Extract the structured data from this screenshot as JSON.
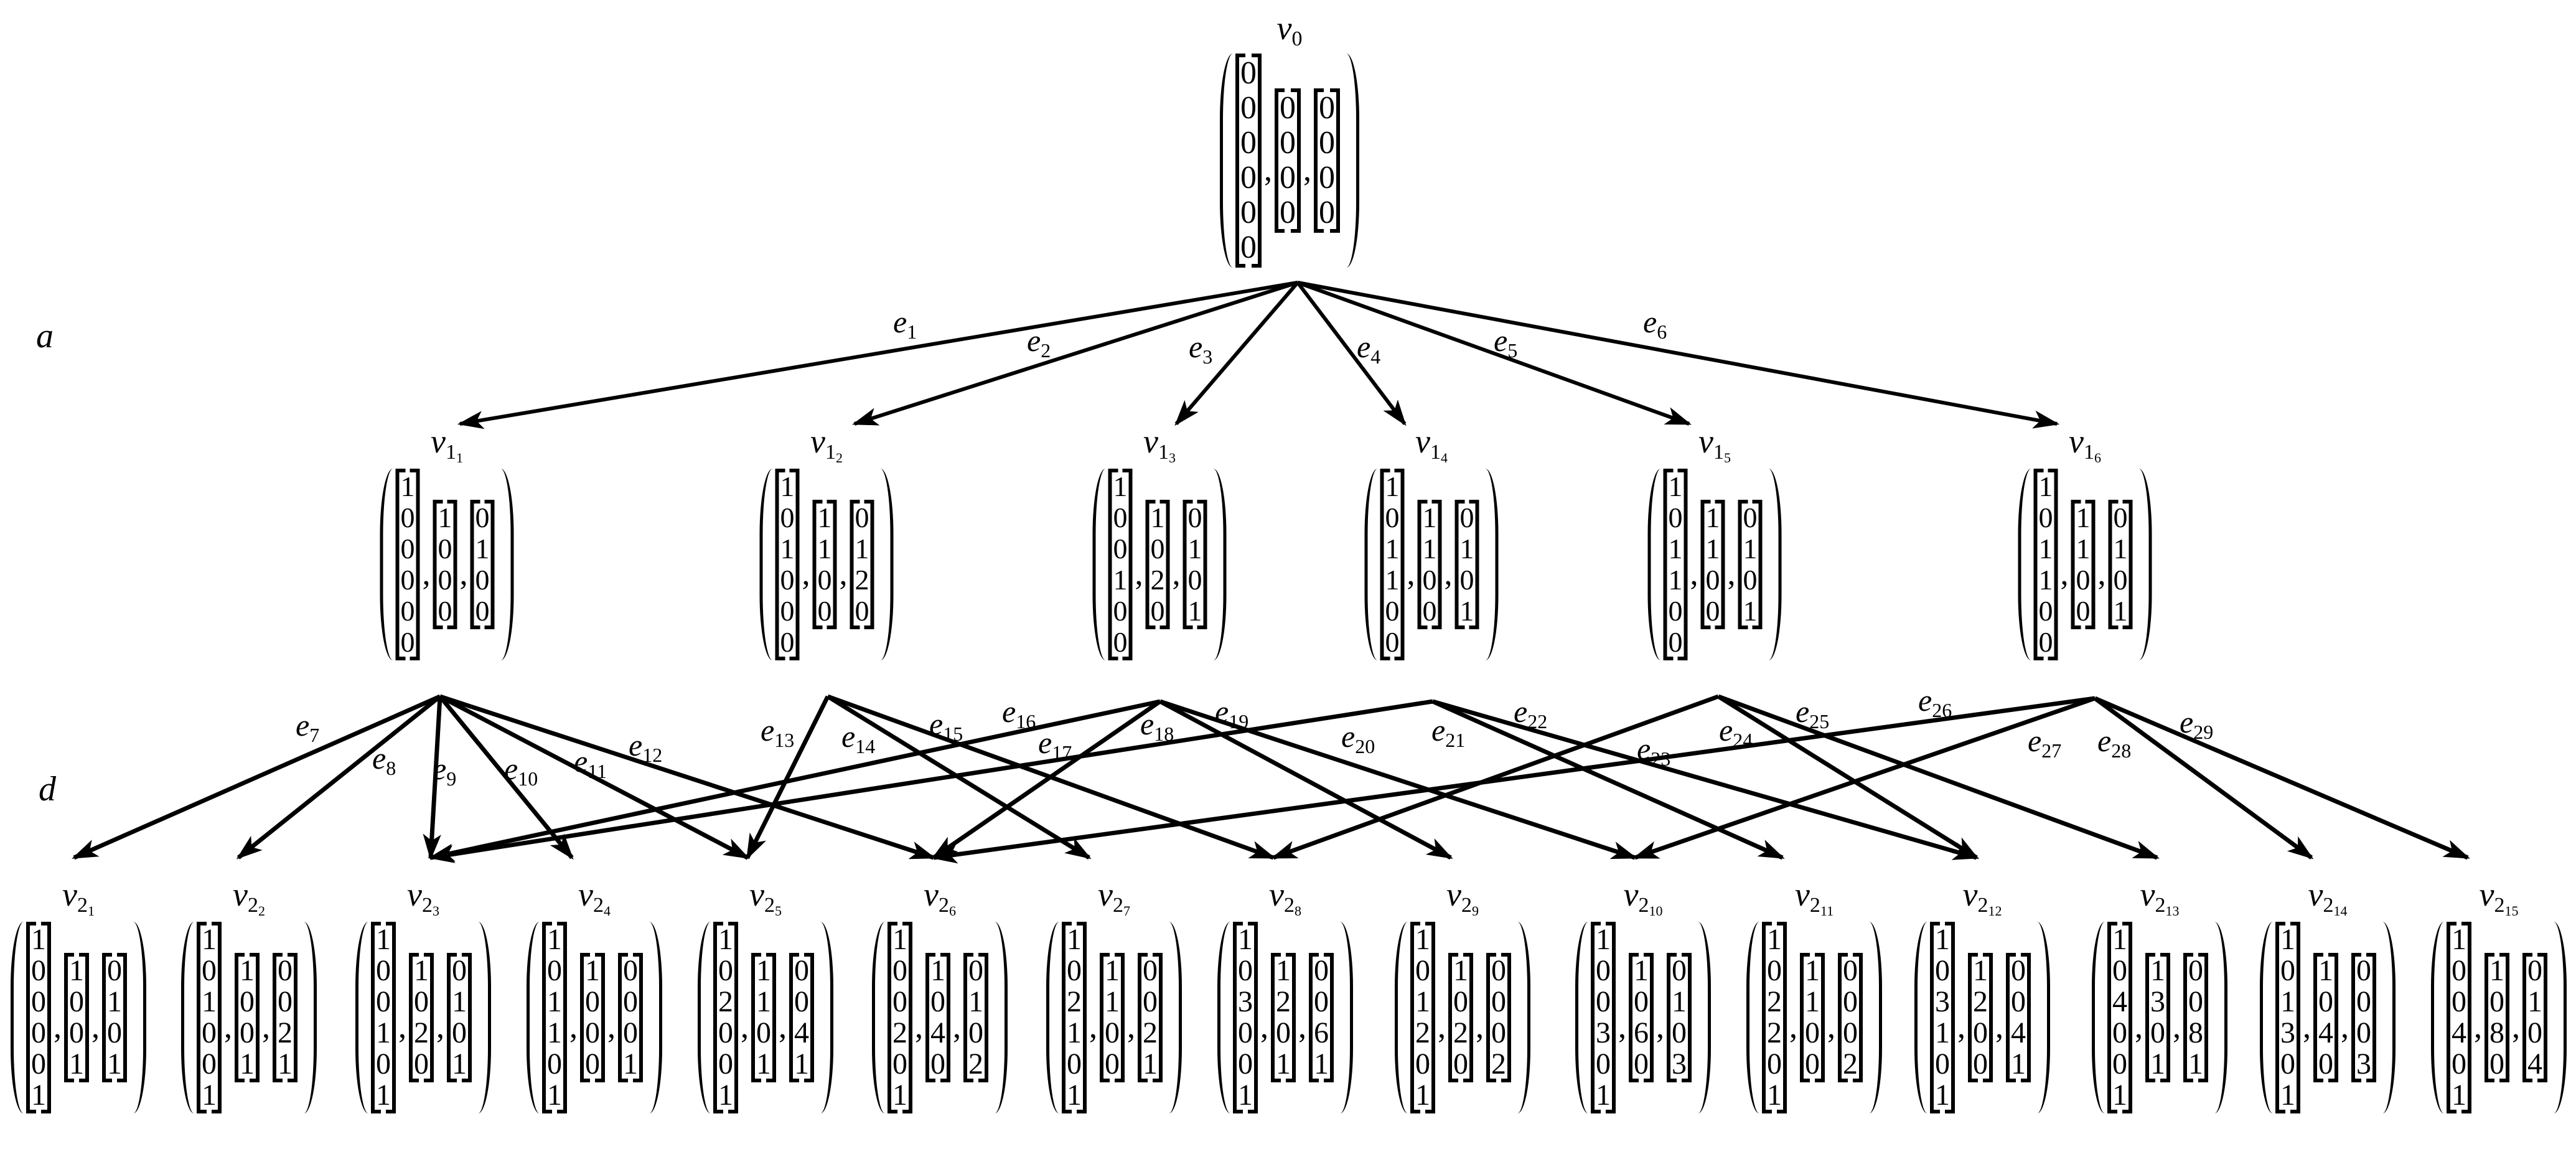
{
  "level_labels": {
    "a": "a",
    "d": "d"
  },
  "nodes": [
    {
      "id": "v0",
      "name": "v",
      "sub": "0",
      "subsub": "",
      "level": 0,
      "vectors": [
        [
          0,
          0,
          0,
          0,
          0,
          0
        ],
        [
          0,
          0,
          0,
          0
        ],
        [
          0,
          0,
          0,
          0
        ]
      ]
    },
    {
      "id": "v1_1",
      "name": "v",
      "sub": "1",
      "subsub": "1",
      "level": 1,
      "vectors": [
        [
          1,
          0,
          0,
          0,
          0,
          0
        ],
        [
          1,
          0,
          0,
          0
        ],
        [
          0,
          1,
          0,
          0
        ]
      ]
    },
    {
      "id": "v1_2",
      "name": "v",
      "sub": "1",
      "subsub": "2",
      "level": 1,
      "vectors": [
        [
          1,
          0,
          1,
          0,
          0,
          0
        ],
        [
          1,
          1,
          0,
          0
        ],
        [
          0,
          1,
          2,
          0
        ]
      ]
    },
    {
      "id": "v1_3",
      "name": "v",
      "sub": "1",
      "subsub": "3",
      "level": 1,
      "vectors": [
        [
          1,
          0,
          0,
          1,
          0,
          0
        ],
        [
          1,
          0,
          2,
          0
        ],
        [
          0,
          1,
          0,
          1
        ]
      ]
    },
    {
      "id": "v1_4",
      "name": "v",
      "sub": "1",
      "subsub": "4",
      "level": 1,
      "vectors": [
        [
          1,
          0,
          1,
          1,
          0,
          0
        ],
        [
          1,
          1,
          0,
          0
        ],
        [
          0,
          1,
          0,
          1
        ]
      ]
    },
    {
      "id": "v1_5",
      "name": "v",
      "sub": "1",
      "subsub": "5",
      "level": 1,
      "vectors": [
        [
          1,
          0,
          1,
          1,
          0,
          0
        ],
        [
          1,
          1,
          0,
          0
        ],
        [
          0,
          1,
          0,
          1
        ]
      ]
    },
    {
      "id": "v1_6",
      "name": "v",
      "sub": "1",
      "subsub": "6",
      "level": 1,
      "vectors": [
        [
          1,
          0,
          1,
          1,
          0,
          0
        ],
        [
          1,
          1,
          0,
          0
        ],
        [
          0,
          1,
          0,
          1
        ]
      ]
    },
    {
      "id": "v2_1",
      "name": "v",
      "sub": "2",
      "subsub": "1",
      "level": 2,
      "vectors": [
        [
          1,
          0,
          0,
          0,
          0,
          1
        ],
        [
          1,
          0,
          0,
          1
        ],
        [
          0,
          1,
          0,
          1
        ]
      ]
    },
    {
      "id": "v2_2",
      "name": "v",
      "sub": "2",
      "subsub": "2",
      "level": 2,
      "vectors": [
        [
          1,
          0,
          1,
          0,
          0,
          1
        ],
        [
          1,
          0,
          0,
          1
        ],
        [
          0,
          0,
          2,
          1
        ]
      ]
    },
    {
      "id": "v2_3",
      "name": "v",
      "sub": "2",
      "subsub": "3",
      "level": 2,
      "vectors": [
        [
          1,
          0,
          0,
          1,
          0,
          1
        ],
        [
          1,
          0,
          2,
          0
        ],
        [
          0,
          1,
          0,
          1
        ]
      ]
    },
    {
      "id": "v2_4",
      "name": "v",
      "sub": "2",
      "subsub": "4",
      "level": 2,
      "vectors": [
        [
          1,
          0,
          1,
          1,
          0,
          1
        ],
        [
          1,
          0,
          0,
          0
        ],
        [
          0,
          0,
          0,
          1
        ]
      ]
    },
    {
      "id": "v2_5",
      "name": "v",
      "sub": "2",
      "subsub": "5",
      "level": 2,
      "vectors": [
        [
          1,
          0,
          2,
          0,
          0,
          1
        ],
        [
          1,
          1,
          0,
          1
        ],
        [
          0,
          0,
          4,
          1
        ]
      ]
    },
    {
      "id": "v2_6",
      "name": "v",
      "sub": "2",
      "subsub": "6",
      "level": 2,
      "vectors": [
        [
          1,
          0,
          0,
          2,
          0,
          1
        ],
        [
          1,
          0,
          4,
          0
        ],
        [
          0,
          1,
          0,
          2
        ]
      ]
    },
    {
      "id": "v2_7",
      "name": "v",
      "sub": "2",
      "subsub": "7",
      "level": 2,
      "vectors": [
        [
          1,
          0,
          2,
          1,
          0,
          1
        ],
        [
          1,
          1,
          0,
          0
        ],
        [
          0,
          0,
          2,
          1
        ]
      ]
    },
    {
      "id": "v2_8",
      "name": "v",
      "sub": "2",
      "subsub": "8",
      "level": 2,
      "vectors": [
        [
          1,
          0,
          3,
          0,
          0,
          1
        ],
        [
          1,
          2,
          0,
          1
        ],
        [
          0,
          0,
          6,
          1
        ]
      ]
    },
    {
      "id": "v2_9",
      "name": "v",
      "sub": "2",
      "subsub": "9",
      "level": 2,
      "vectors": [
        [
          1,
          0,
          1,
          2,
          0,
          1
        ],
        [
          1,
          0,
          2,
          0
        ],
        [
          0,
          0,
          0,
          2
        ]
      ]
    },
    {
      "id": "v2_10",
      "name": "v",
      "sub": "2",
      "subsub": "10",
      "level": 2,
      "vectors": [
        [
          1,
          0,
          0,
          3,
          0,
          1
        ],
        [
          1,
          0,
          6,
          0
        ],
        [
          0,
          1,
          0,
          3
        ]
      ]
    },
    {
      "id": "v2_11",
      "name": "v",
      "sub": "2",
      "subsub": "11",
      "level": 2,
      "vectors": [
        [
          1,
          0,
          2,
          2,
          0,
          1
        ],
        [
          1,
          1,
          0,
          0
        ],
        [
          0,
          0,
          0,
          2
        ]
      ]
    },
    {
      "id": "v2_12",
      "name": "v",
      "sub": "2",
      "subsub": "12",
      "level": 2,
      "vectors": [
        [
          1,
          0,
          3,
          1,
          0,
          1
        ],
        [
          1,
          2,
          0,
          0
        ],
        [
          0,
          0,
          4,
          1
        ]
      ]
    },
    {
      "id": "v2_13",
      "name": "v",
      "sub": "2",
      "subsub": "13",
      "level": 2,
      "vectors": [
        [
          1,
          0,
          4,
          0,
          0,
          1
        ],
        [
          1,
          3,
          0,
          1
        ],
        [
          0,
          0,
          8,
          1
        ]
      ]
    },
    {
      "id": "v2_14",
      "name": "v",
      "sub": "2",
      "subsub": "14",
      "level": 2,
      "vectors": [
        [
          1,
          0,
          1,
          3,
          0,
          1
        ],
        [
          1,
          0,
          4,
          0
        ],
        [
          0,
          0,
          0,
          3
        ]
      ]
    },
    {
      "id": "v2_15",
      "name": "v",
      "sub": "2",
      "subsub": "15",
      "level": 2,
      "vectors": [
        [
          1,
          0,
          0,
          4,
          0,
          1
        ],
        [
          1,
          0,
          8,
          0
        ],
        [
          0,
          1,
          0,
          4
        ]
      ]
    }
  ],
  "edges": [
    {
      "label": "e",
      "sub": "1",
      "from": "v0",
      "to": "v1_1"
    },
    {
      "label": "e",
      "sub": "2",
      "from": "v0",
      "to": "v1_2"
    },
    {
      "label": "e",
      "sub": "3",
      "from": "v0",
      "to": "v1_3"
    },
    {
      "label": "e",
      "sub": "4",
      "from": "v0",
      "to": "v1_4"
    },
    {
      "label": "e",
      "sub": "5",
      "from": "v0",
      "to": "v1_5"
    },
    {
      "label": "e",
      "sub": "6",
      "from": "v0",
      "to": "v1_6"
    },
    {
      "label": "e",
      "sub": "7",
      "from": "v1_1",
      "to": "v2_1"
    },
    {
      "label": "e",
      "sub": "8",
      "from": "v1_1",
      "to": "v2_2"
    },
    {
      "label": "e",
      "sub": "9",
      "from": "v1_1",
      "to": "v2_3"
    },
    {
      "label": "e",
      "sub": "10",
      "from": "v1_1",
      "to": "v2_4"
    },
    {
      "label": "e",
      "sub": "11",
      "from": "v1_1",
      "to": "v2_5"
    },
    {
      "label": "e",
      "sub": "12",
      "from": "v1_1",
      "to": "v2_6"
    },
    {
      "label": "e",
      "sub": "13",
      "from": "v1_2",
      "to": "v2_5"
    },
    {
      "label": "e",
      "sub": "14",
      "from": "v1_2",
      "to": "v2_7"
    },
    {
      "label": "e",
      "sub": "15",
      "from": "v1_2",
      "to": "v2_8"
    },
    {
      "label": "e",
      "sub": "16",
      "from": "v1_3",
      "to": "v2_3"
    },
    {
      "label": "e",
      "sub": "17",
      "from": "v1_3",
      "to": "v2_6"
    },
    {
      "label": "e",
      "sub": "18",
      "from": "v1_3",
      "to": "v2_9"
    },
    {
      "label": "e",
      "sub": "19",
      "from": "v1_3",
      "to": "v2_10"
    },
    {
      "label": "e",
      "sub": "20",
      "from": "v1_4",
      "to": "v2_3"
    },
    {
      "label": "e",
      "sub": "21",
      "from": "v1_4",
      "to": "v2_11"
    },
    {
      "label": "e",
      "sub": "22",
      "from": "v1_4",
      "to": "v2_12"
    },
    {
      "label": "e",
      "sub": "23",
      "from": "v1_5",
      "to": "v2_8"
    },
    {
      "label": "e",
      "sub": "24",
      "from": "v1_5",
      "to": "v2_12"
    },
    {
      "label": "e",
      "sub": "25",
      "from": "v1_5",
      "to": "v2_13"
    },
    {
      "label": "e",
      "sub": "26",
      "from": "v1_6",
      "to": "v2_6"
    },
    {
      "label": "e",
      "sub": "27",
      "from": "v1_6",
      "to": "v2_10"
    },
    {
      "label": "e",
      "sub": "28",
      "from": "v1_6",
      "to": "v2_14"
    },
    {
      "label": "e",
      "sub": "29",
      "from": "v1_6",
      "to": "v2_15"
    }
  ]
}
